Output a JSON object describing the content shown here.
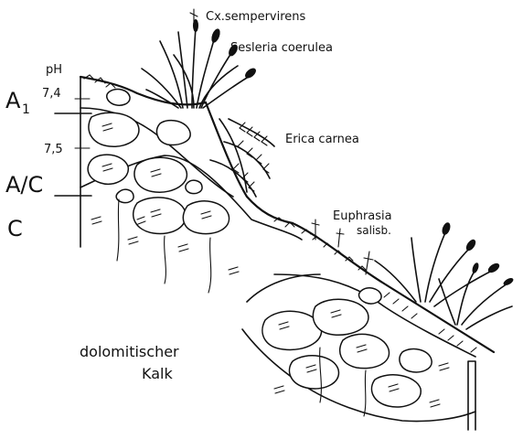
{
  "labels": {
    "sp1": "Cx.sempervirens",
    "sp2": "Sesleria coerulea",
    "sp3": "Erica carnea",
    "sp4a": "Euphrasia",
    "sp4b": "salisb.",
    "ph": "pH",
    "ph1": "7,4",
    "ph2": "7,5",
    "hA1": "A",
    "hA1sub": "1",
    "hAC": "A/C",
    "hC": "C",
    "rock1": "dolomitischer",
    "rock2": "Kalk"
  }
}
